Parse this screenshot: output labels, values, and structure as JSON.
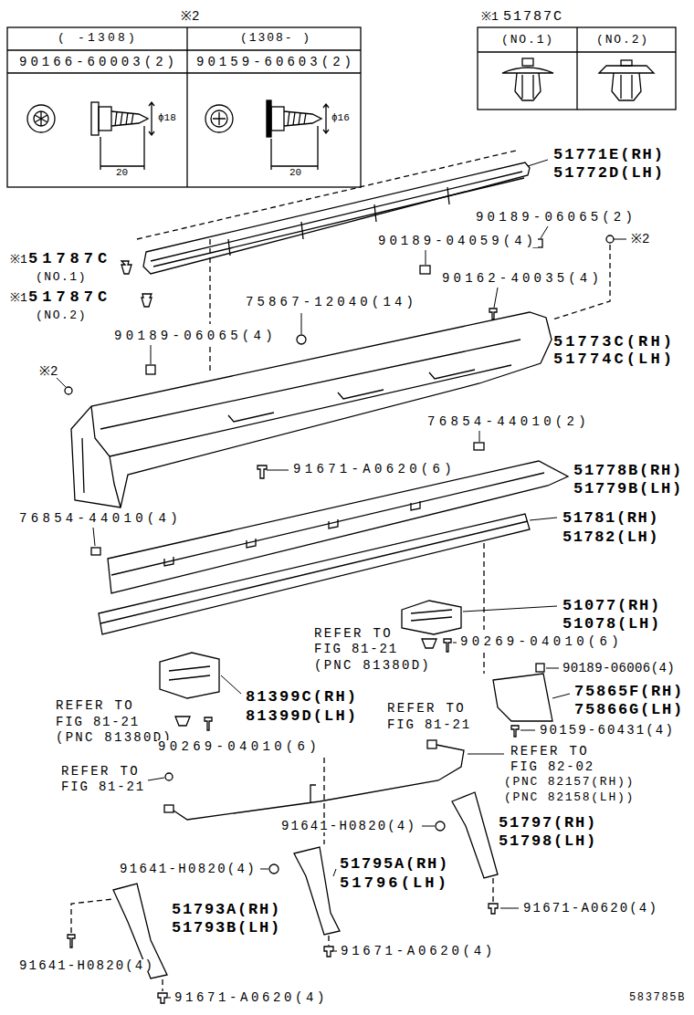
{
  "diagram": {
    "labels": [
      "※2",
      "( -1308)",
      "(1308- )",
      "90166-60003(2)",
      "90159-60603(2)",
      "ϕ18",
      "20",
      "ϕ16",
      "20",
      "※1",
      "51787C",
      "(NO.1)",
      "(NO.2)",
      "51771E(RH)",
      "51772D(LH)",
      "90189-06065(2)",
      "※2",
      "90189-04059(4)",
      "※1",
      "51787C",
      "(NO.1)",
      "90162-40035(4)",
      "※1",
      "51787C",
      "(NO.2)",
      "75867-12040(14)",
      "90189-06065(4)",
      "51773C(RH)",
      "51774C(LH)",
      "※2",
      "76854-44010(2)",
      "91671-A0620(6)",
      "51778B(RH)",
      "51779B(LH)",
      "76854-44010(4)",
      "51781(RH)",
      "51782(LH)",
      "51077(RH)",
      "51078(LH)",
      "REFER TO",
      "FIG 81-21",
      "(PNC 81380D)",
      "90269-04010(6)",
      "90189-06006(4)",
      "81399C(RH)",
      "81399D(LH)",
      "75865F(RH)",
      "75866G(LH)",
      "REFER TO",
      "FIG 81-21",
      "(PNC 81380D)",
      "REFER TO",
      "FIG 81-21",
      "90269-04010(6)",
      "90159-60431(4)",
      "REFER TO",
      "FIG 82-02",
      "(PNC 82157(RH))",
      "(PNC 82158(LH))",
      "REFER TO",
      "FIG 81-21",
      "51797(RH)",
      "51798(LH)",
      "91641-H0820(4)",
      "91641-H0820(4)",
      "51795A(RH)",
      "51796(LH)",
      "51793A(RH)",
      "51793B(LH)",
      "91671-A0620(4)",
      "91641-H0820(4)",
      "91671-A0620(4)",
      "91671-A0620(4)",
      "583785B"
    ]
  }
}
